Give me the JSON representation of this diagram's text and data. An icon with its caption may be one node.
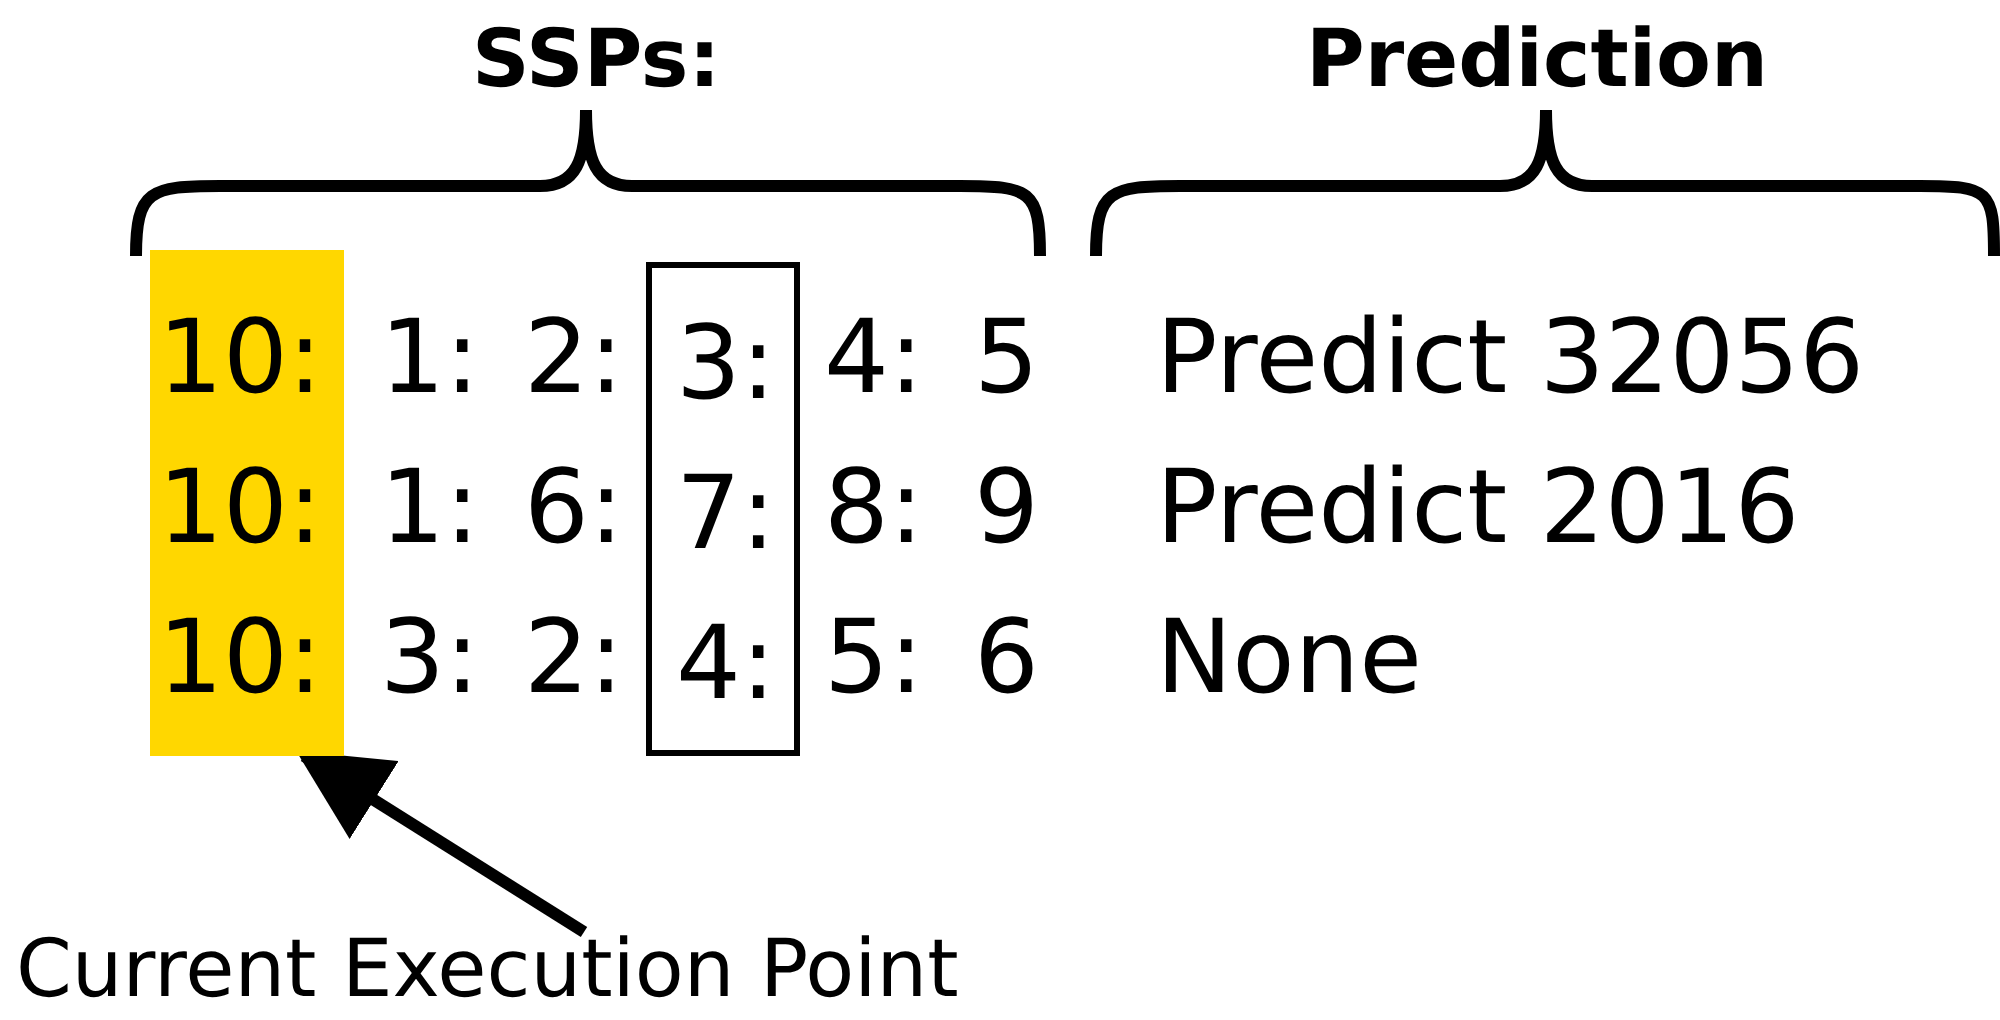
{
  "diagram": {
    "nodes": [
      {
        "text": [
          "10:",
          "10:",
          "10:"
        ]
      },
      {
        "text": [
          "3:",
          "7:",
          "4:"
        ]
      },
      {
        "text": [
          "Current Execution Point"
        ]
      }
    ],
    "edges": [
      {
        "from": 2,
        "to": 0,
        "arrow": "to"
      }
    ],
    "labels": [
      "SSPs:",
      "Prediction",
      "1:",
      "2:",
      "4:",
      "5",
      "Predict 32056",
      "1:",
      "6:",
      "8:",
      "9",
      "Predict 2016",
      "3:",
      "2:",
      "5:",
      "6",
      "None"
    ]
  }
}
